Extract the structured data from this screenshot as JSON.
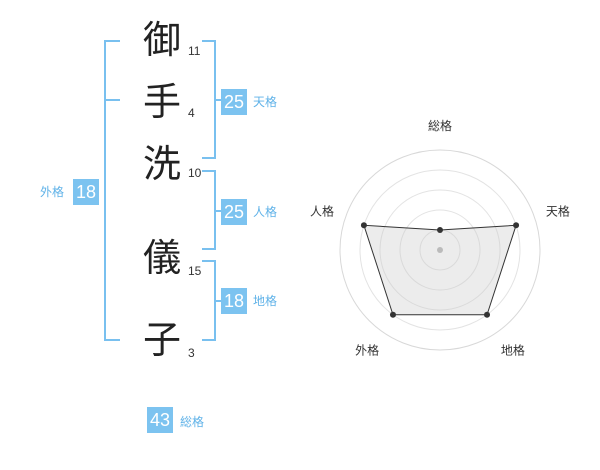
{
  "name": {
    "chars": [
      {
        "char": "御",
        "strokes": "11"
      },
      {
        "char": "手",
        "strokes": "4"
      },
      {
        "char": "洗",
        "strokes": "10"
      },
      {
        "char": "儀",
        "strokes": "15"
      },
      {
        "char": "子",
        "strokes": "3"
      }
    ]
  },
  "kaku": {
    "tenkaku": {
      "value": "25",
      "label": "天格"
    },
    "jinkaku": {
      "value": "25",
      "label": "人格"
    },
    "chikaku": {
      "value": "18",
      "label": "地格"
    },
    "gaikaku": {
      "value": "18",
      "label": "外格"
    },
    "soukaku": {
      "value": "43",
      "label": "総格"
    }
  },
  "colors": {
    "accent": "#7cc3f0",
    "bracket": "#79c0ef",
    "label": "#5fb2e8"
  },
  "chart_data": {
    "type": "radar",
    "axes": [
      "総格",
      "天格",
      "地格",
      "外格",
      "人格"
    ],
    "values": [
      1,
      4,
      4,
      4,
      4
    ],
    "range": [
      0,
      5
    ],
    "rings": 4
  }
}
